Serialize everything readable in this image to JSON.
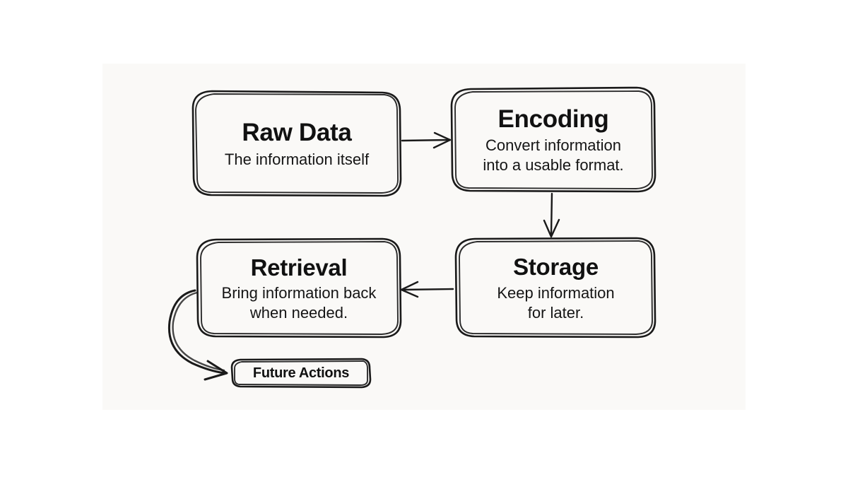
{
  "diagram": {
    "style": "hand-drawn-sketch",
    "canvas_bg": "#faf9f7",
    "page_bg": "#ffffff",
    "stroke_color": "#1a1a1a",
    "title_color": "#111111",
    "nodes": [
      {
        "id": "raw-data",
        "title": "Raw Data",
        "desc": "The information itself"
      },
      {
        "id": "encoding",
        "title": "Encoding",
        "desc": "Convert information\ninto a usable format.",
        "desc_line1": "Convert information",
        "desc_line2": "into a usable format."
      },
      {
        "id": "storage",
        "title": "Storage",
        "desc": "Keep information\nfor later.",
        "desc_line1": "Keep information",
        "desc_line2": "for later."
      },
      {
        "id": "retrieval",
        "title": "Retrieval",
        "desc": "Bring information back\nwhen needed.",
        "desc_line1": "Bring information back",
        "desc_line2": "when needed."
      },
      {
        "id": "future-actions",
        "title": "Future Actions",
        "desc": ""
      }
    ],
    "edges": [
      {
        "id": "raw-data-to-encoding",
        "from": "raw-data",
        "to": "encoding",
        "direction": "right",
        "label": ""
      },
      {
        "id": "encoding-to-storage",
        "from": "encoding",
        "to": "storage",
        "direction": "down",
        "label": ""
      },
      {
        "id": "storage-to-retrieval",
        "from": "storage",
        "to": "retrieval",
        "direction": "left",
        "label": ""
      },
      {
        "id": "retrieval-to-future-actions",
        "from": "retrieval",
        "to": "future-actions",
        "direction": "curved-down",
        "label": ""
      }
    ]
  }
}
